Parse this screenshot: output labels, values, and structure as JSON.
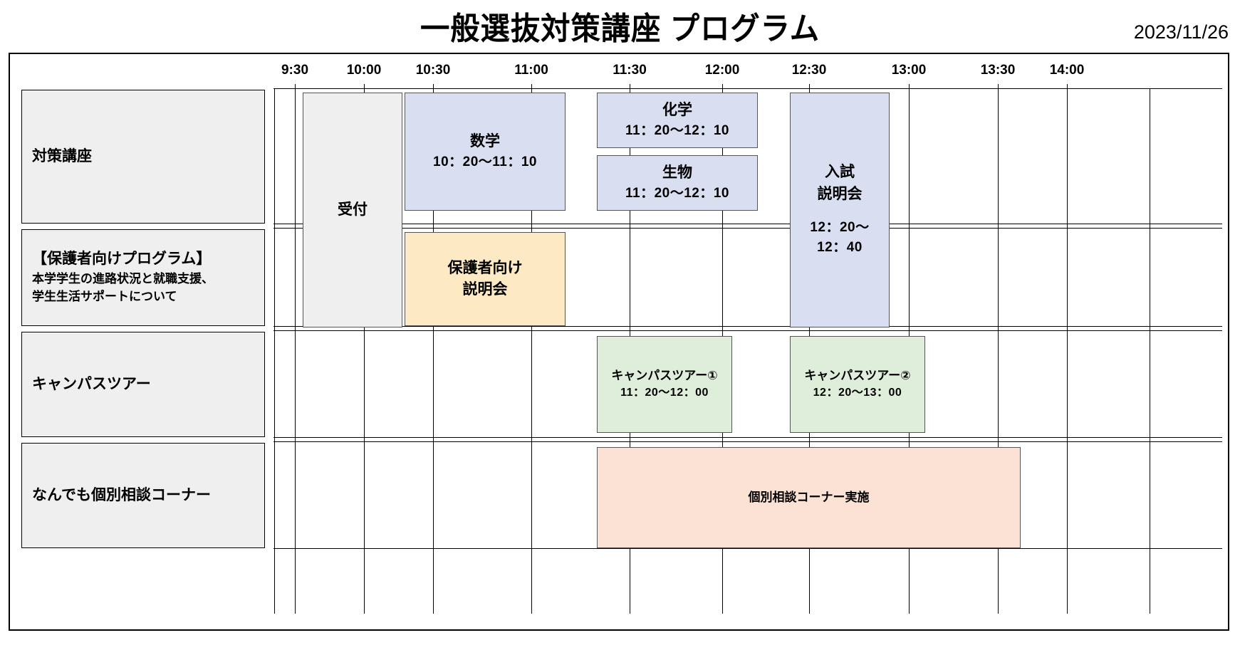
{
  "header": {
    "title": "一般選抜対策講座 プログラム",
    "date": "2023/11/26"
  },
  "axis": {
    "ticks": [
      "9:30",
      "10:00",
      "10:30",
      "11:00",
      "11:30",
      "12:00",
      "12:30",
      "13:00",
      "13:30",
      "14:00"
    ]
  },
  "rows": [
    {
      "label": "対策講座",
      "sub1": "",
      "sub2": ""
    },
    {
      "label": "【保護者向けプログラム】",
      "sub1": "本学学生の進路状況と就職支援、",
      "sub2": "学生生活サポートについて"
    },
    {
      "label": "キャンパスツアー",
      "sub1": "",
      "sub2": ""
    },
    {
      "label": "なんでも個別相談コーナー",
      "sub1": "",
      "sub2": ""
    }
  ],
  "events": [
    {
      "id": "reception",
      "title": "受付",
      "time": "",
      "color": "#efefef"
    },
    {
      "id": "math",
      "title": "数学",
      "time": "10：20〜11：10",
      "color": "#d9dff1"
    },
    {
      "id": "chemistry",
      "title": "化学",
      "time": "11：20〜12：10",
      "color": "#d9dff1"
    },
    {
      "id": "biology",
      "title": "生物",
      "time": "11：20〜12：10",
      "color": "#d9dff1"
    },
    {
      "id": "exam-info",
      "title": "入試",
      "title2": "説明会",
      "time": "12：20〜",
      "time2": "12：40",
      "color": "#d9dff1"
    },
    {
      "id": "guardian",
      "title": "保護者向け",
      "title2": "説明会",
      "time": "",
      "color": "#fdeac4"
    },
    {
      "id": "tour1",
      "title": "キャンパスツアー①",
      "time": "11：20〜12：00",
      "color": "#dfeeda"
    },
    {
      "id": "tour2",
      "title": "キャンパスツアー②",
      "time": "12：20〜13：00",
      "color": "#dfeeda"
    },
    {
      "id": "consultation",
      "title": "個別相談コーナー実施",
      "time": "",
      "color": "#fbe2d5"
    }
  ],
  "colors": {
    "label_cell": "#efefef",
    "lecture": "#d9dff1",
    "guardian": "#fdeac4",
    "tour": "#dfeeda",
    "consultation": "#fbe2d5",
    "border": "#000000"
  }
}
